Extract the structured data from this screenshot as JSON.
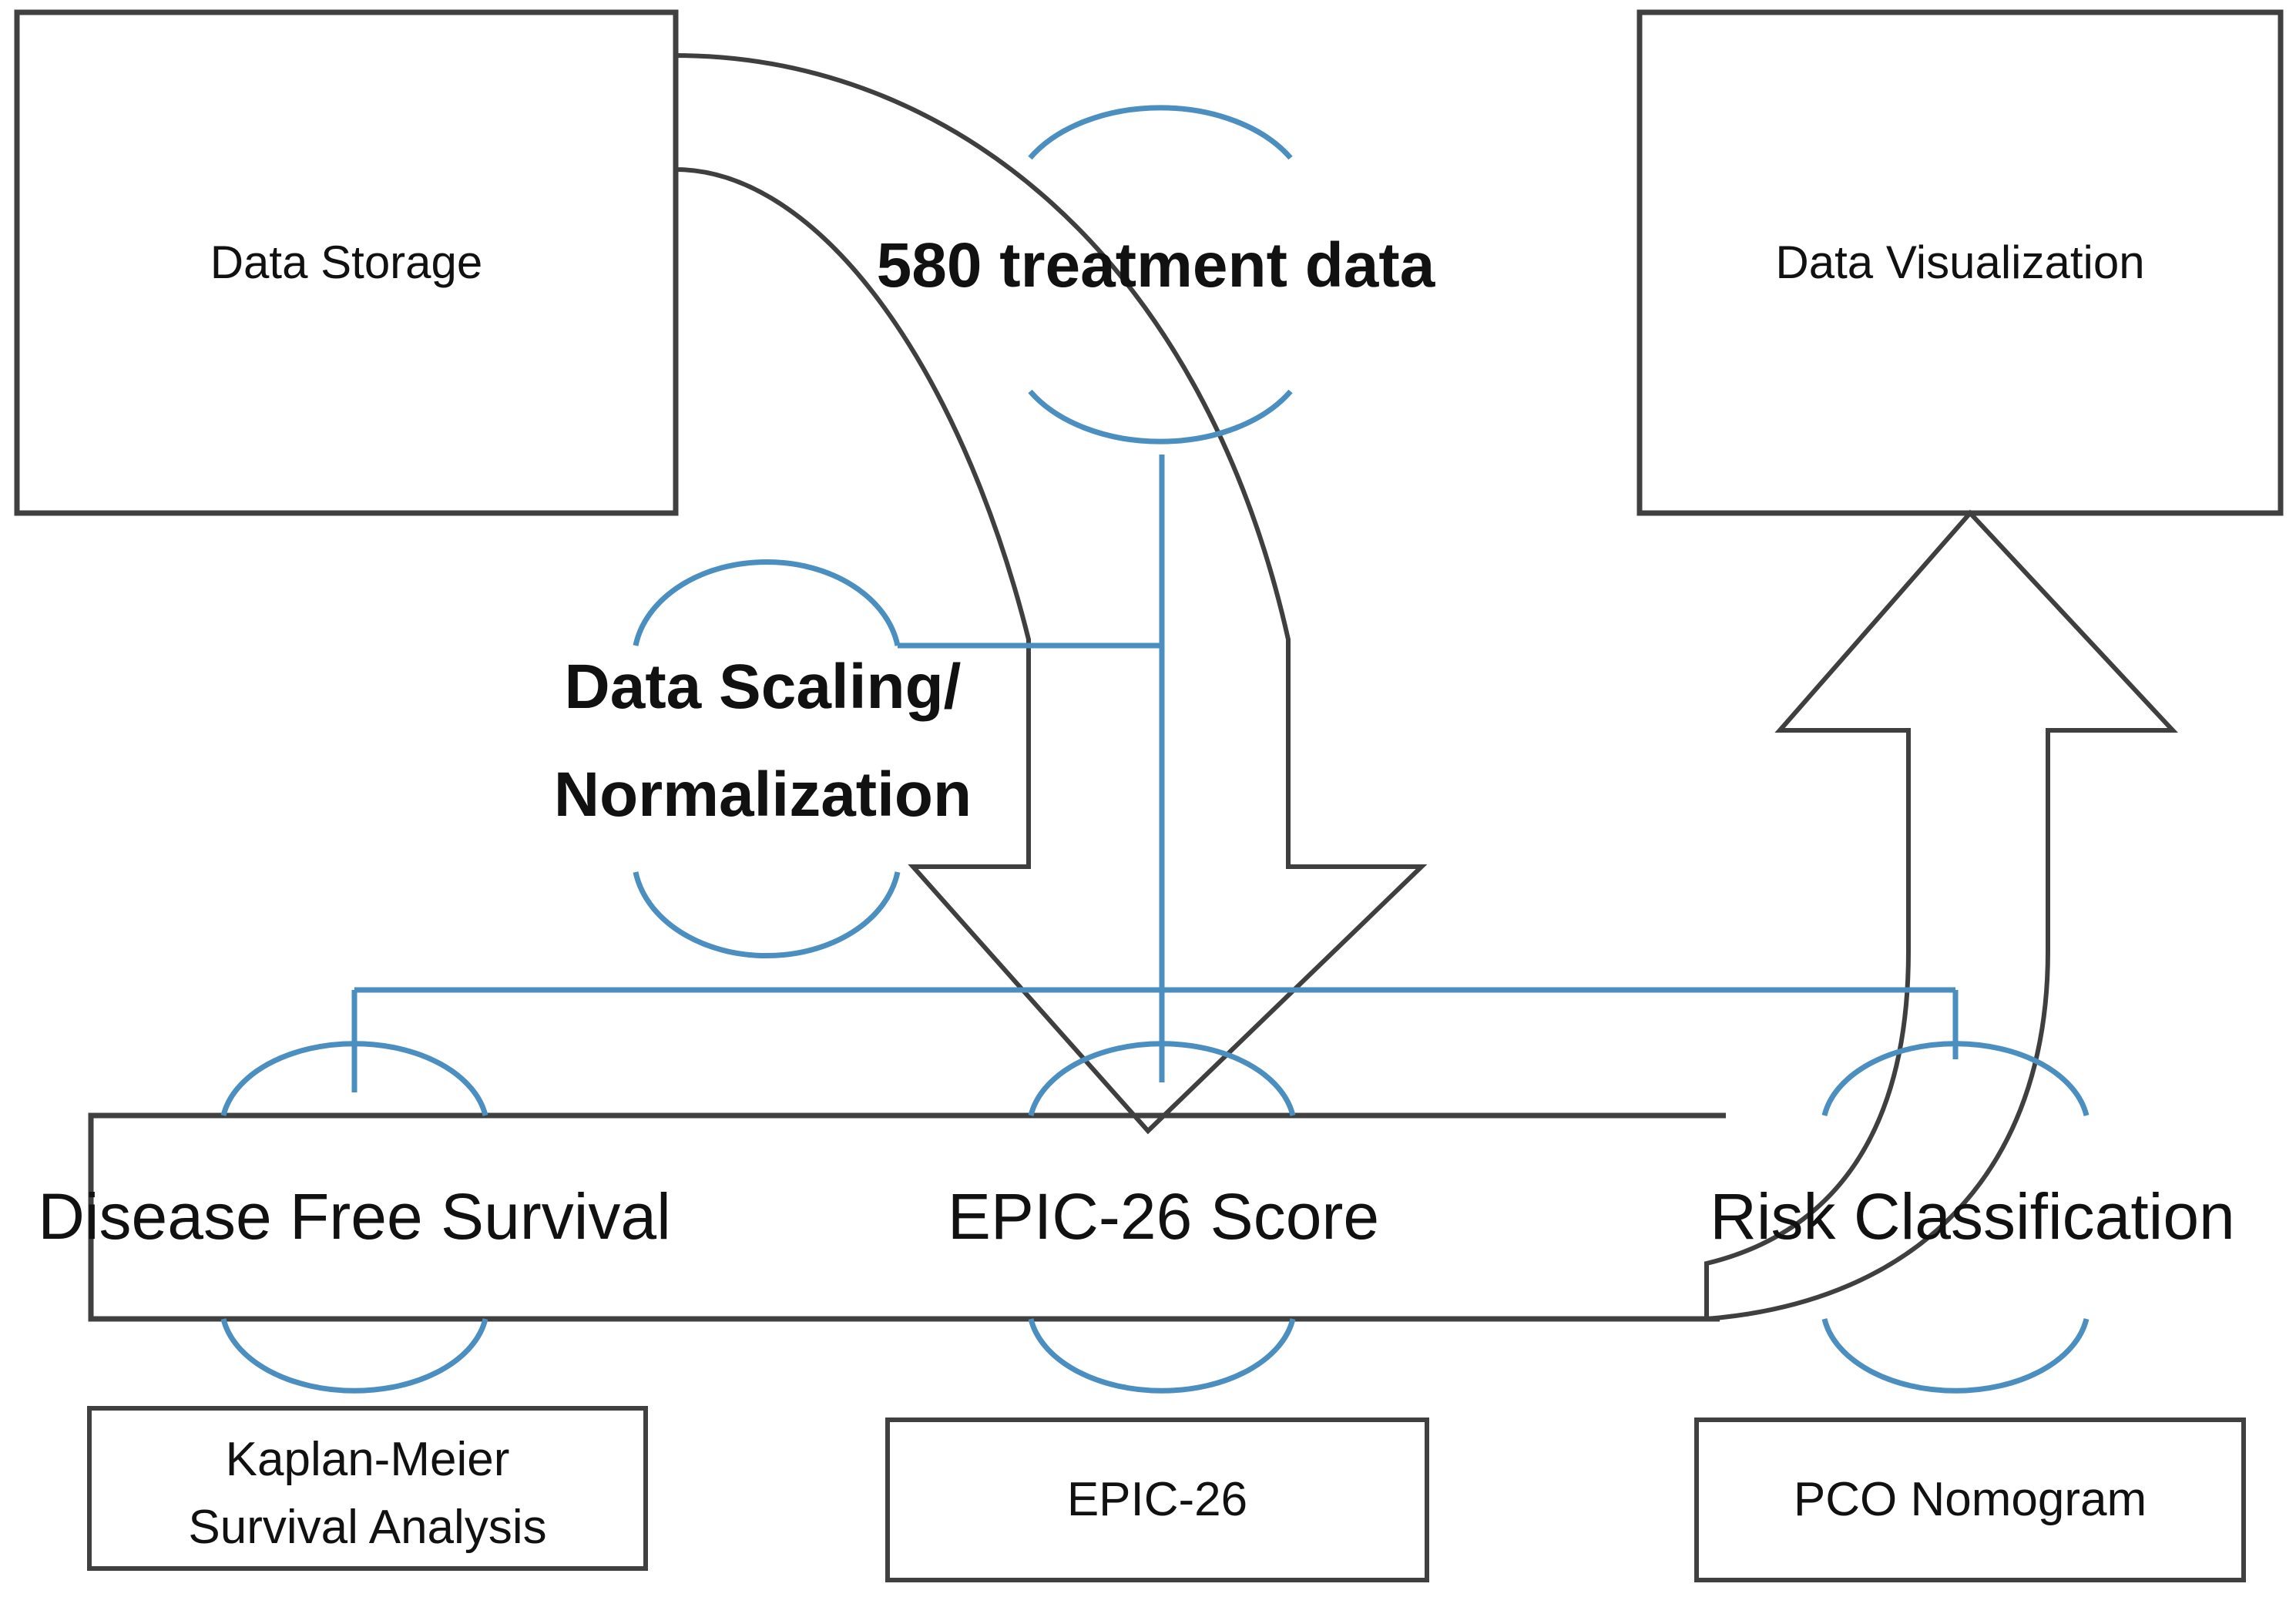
{
  "diagram": {
    "title": "Prostate cancer data analysis pipeline flow diagram",
    "colors": {
      "line_black": "#404040",
      "line_blue": "#4a8fc0",
      "background": "#ffffff",
      "text": "#111111"
    },
    "nodes": {
      "data_storage": {
        "label": "Data Storage"
      },
      "data_visualization": {
        "label": "Data Visualization"
      },
      "treatment_data": {
        "label": "580 treatment data"
      },
      "data_scaling": {
        "label_line1": "Data Scaling/",
        "label_line2": "Normalization"
      },
      "disease_free_survival": {
        "label": "Disease Free Survival"
      },
      "epic26_score": {
        "label": "EPIC-26 Score"
      },
      "risk_classification": {
        "label": "Risk Classification"
      },
      "kaplan_meier": {
        "label_line1": "Kaplan-Meier",
        "label_line2": "Survival Analysis"
      },
      "epic26": {
        "label": "EPIC-26"
      },
      "pco_nomogram": {
        "label": "PCO Nomogram"
      }
    },
    "edges": [
      {
        "from": "data_storage",
        "to": "outcome_band",
        "style": "black-block-arrow",
        "note": "wide curved block arrow sweeping down into the outcome band"
      },
      {
        "from": "outcome_band",
        "to": "data_visualization",
        "style": "black-block-arrow-up",
        "note": "wide block arrow rising from the right of the band into Data Visualization"
      },
      {
        "from": "treatment_data",
        "to": "data_scaling",
        "style": "blue-connector"
      },
      {
        "from": "data_scaling",
        "to": "epic26_score",
        "style": "blue-connector"
      },
      {
        "from": "epic26_score",
        "to": "disease_free_survival",
        "style": "blue-connector"
      },
      {
        "from": "epic26_score",
        "to": "risk_classification",
        "style": "blue-connector"
      },
      {
        "from": "disease_free_survival",
        "to": "kaplan_meier",
        "style": "blue-arc"
      },
      {
        "from": "epic26_score",
        "to": "epic26",
        "style": "blue-arc"
      },
      {
        "from": "risk_classification",
        "to": "pco_nomogram",
        "style": "blue-arc"
      }
    ]
  }
}
